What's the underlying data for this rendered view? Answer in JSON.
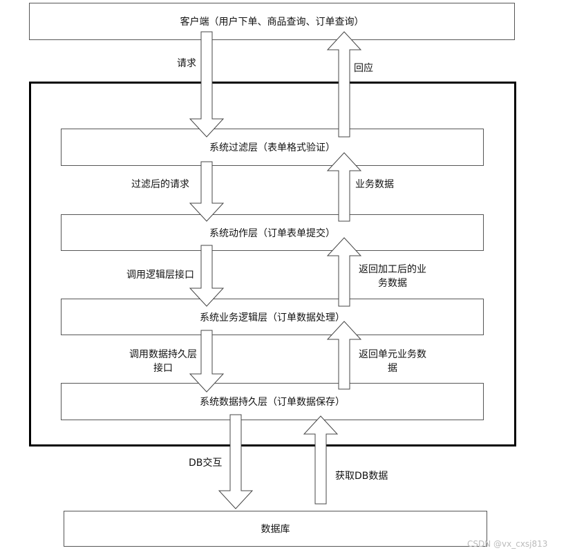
{
  "boxes": {
    "client": "客户端（用户下单、商品查询、订单查询）",
    "filter": "系统过滤层（表单格式验证）",
    "action": "系统动作层（订单表单提交）",
    "logic": "系统业务逻辑层（订单数据处理）",
    "persist": "系统数据持久层（订单数据保存）",
    "database": "数据库"
  },
  "labels": {
    "request": "请求",
    "response": "回应",
    "filtered_request": "过滤后的请求",
    "business_data": "业务数据",
    "call_logic_1": "调用逻辑层接口",
    "return_processed_1": "返回加工后的业",
    "return_processed_2": "务数据",
    "call_persist_1": "调用数据持久层",
    "call_persist_2": "接口",
    "return_unit_1": "返回单元业务数",
    "return_unit_2": "据",
    "db_interact": "DB交互",
    "get_db_data": "获取DB数据"
  },
  "watermark": "CSDN @vx_cxsj813"
}
